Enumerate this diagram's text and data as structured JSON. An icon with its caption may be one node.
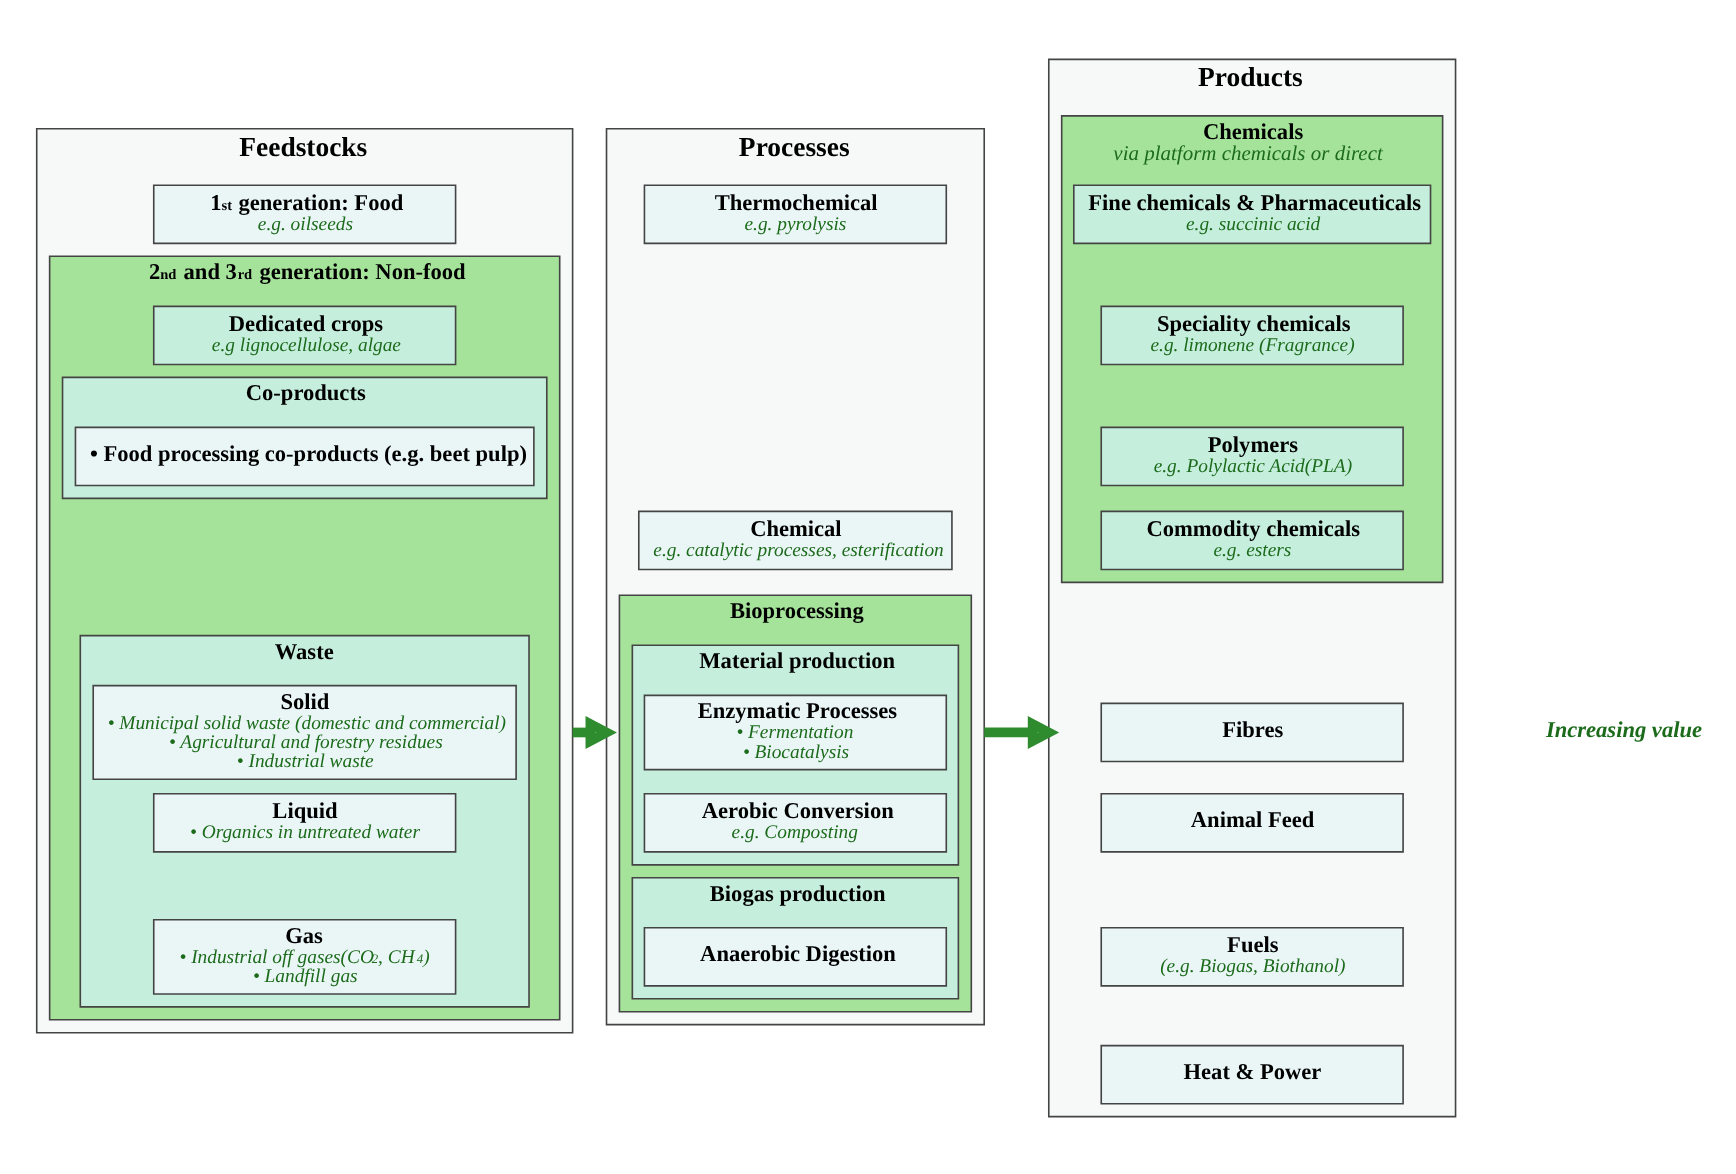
{
  "diagram": {
    "nodes": [
      {
        "text": [
          "Feedstocks"
        ]
      },
      {
        "text": [
          "1$^{st}$ generation: Food",
          "e.g. oilseeds"
        ],
        "in": 0
      },
      {
        "text": [
          "2$^{nd}$ and 3$^{rd}$ generation: Non-food"
        ],
        "in": 0
      },
      {
        "text": [
          "Dedicated crops",
          "e.g lignocellulose, algae"
        ],
        "in": 2
      },
      {
        "text": [
          "Co-products"
        ],
        "in": 2
      },
      {
        "text": [
          "• Food processing co-products (e.g. beet pulp)"
        ],
        "in": 4
      },
      {
        "text": [
          "Waste"
        ],
        "in": 2
      },
      {
        "text": [
          "Solid",
          "• Municipal solid waste (domestic and commercial)",
          "• Agricultural and forestry residues",
          "• Industrial waste"
        ],
        "in": 6
      },
      {
        "text": [
          "Liquid",
          "• Organics in untreated water"
        ],
        "in": 6
      },
      {
        "text": [
          "Gas",
          "• Industrial off gases(CO$_{2}$, CH$_{4}$)",
          "• Landfill gas"
        ],
        "in": 6
      },
      {
        "text": [
          "Processes"
        ]
      },
      {
        "text": [
          "Thermochemical",
          "e.g. pyrolysis"
        ],
        "in": 10
      },
      {
        "text": [
          "Chemical",
          "e.g. catalytic processes, esterification"
        ],
        "in": 10
      },
      {
        "text": [
          "Bioprocessing"
        ],
        "in": 10
      },
      {
        "text": [
          "Material production"
        ],
        "in": 13
      },
      {
        "text": [
          "Enzymatic Processes",
          "• Fermentation",
          "• Biocatalysis"
        ],
        "in": 14
      },
      {
        "text": [
          "Aerobic Conversion",
          "e.g. Composting"
        ],
        "in": 14
      },
      {
        "text": [
          "Biogas production"
        ],
        "in": 13
      },
      {
        "text": [
          "Anaerobic Digestion"
        ],
        "in": 17
      },
      {
        "text": [
          "Products"
        ]
      },
      {
        "text": [
          "Chemicals",
          "via platform chemicals or direct"
        ],
        "in": 19
      },
      {
        "text": [
          "Fine chemicals & Pharmaceuticals",
          "e.g. succinic acid"
        ],
        "in": 20
      },
      {
        "text": [
          "Speciality chemicals",
          "e.g. limonene (Fragrance)"
        ],
        "in": 20
      },
      {
        "text": [
          "Polymers",
          "e.g. Polylactic Acid(PLA)"
        ],
        "in": 20
      },
      {
        "text": [
          "Commodity chemicals",
          "e.g. esters"
        ],
        "in": 20
      },
      {
        "text": [
          "Fibres"
        ],
        "in": 19
      },
      {
        "text": [
          "Animal Feed"
        ],
        "in": 19
      },
      {
        "text": [
          "Fuels",
          "(e.g. Biogas, Biothanol)"
        ],
        "in": 19
      },
      {
        "text": [
          "Heat & Power"
        ],
        "in": 19
      }
    ],
    "edges": [
      {
        "from": 0,
        "to": 10,
        "arrow": "to"
      },
      {
        "from": 10,
        "to": 19,
        "arrow": "to"
      }
    ],
    "labels": [
      "Increasing value"
    ]
  }
}
